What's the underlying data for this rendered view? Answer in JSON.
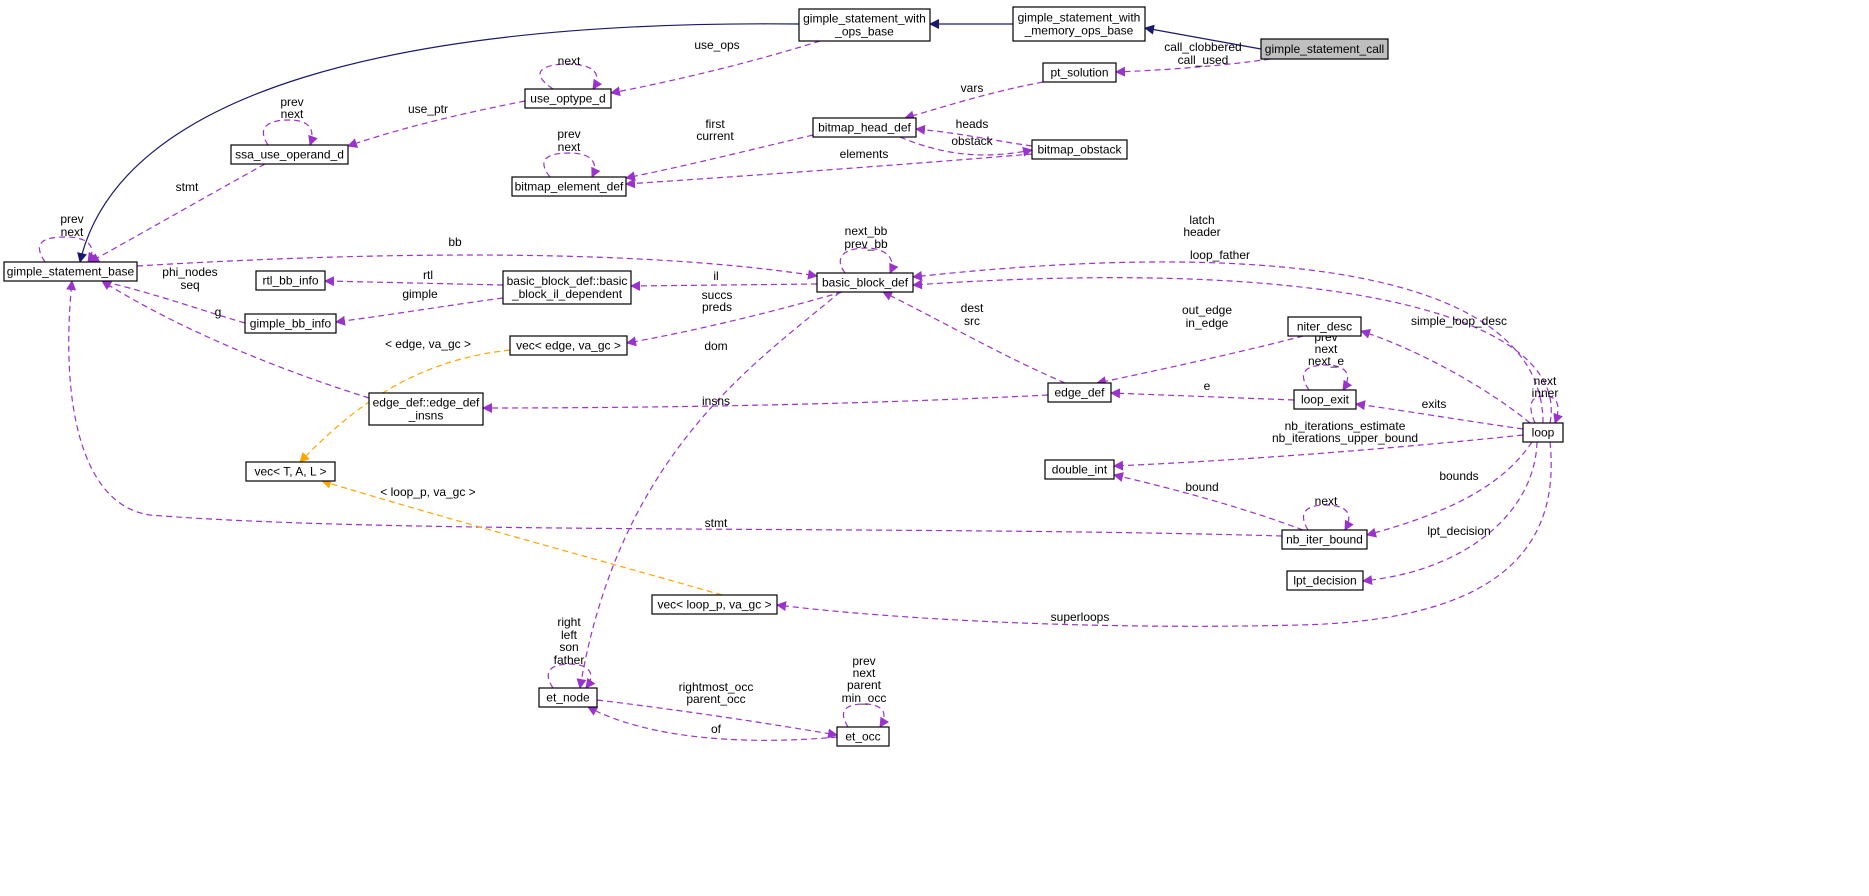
{
  "diagram": {
    "type": "collaboration-graph",
    "colors": {
      "inheritance": "#191970",
      "usage": "#9a32cd",
      "template": "#ffa500",
      "highlight_fill": "#bfbfbf"
    },
    "nodes": [
      {
        "id": "gimple_statement_call",
        "lines": [
          "gimple_statement_call"
        ],
        "highlight": true
      },
      {
        "id": "gimple_statement_with_memory_ops_base",
        "lines": [
          "gimple_statement_with",
          "_memory_ops_base"
        ]
      },
      {
        "id": "gimple_statement_with_ops_base",
        "lines": [
          "gimple_statement_with",
          "_ops_base"
        ]
      },
      {
        "id": "gimple_statement_base",
        "lines": [
          "gimple_statement_base"
        ]
      },
      {
        "id": "use_optype_d",
        "lines": [
          "use_optype_d"
        ]
      },
      {
        "id": "ssa_use_operand_d",
        "lines": [
          "ssa_use_operand_d"
        ]
      },
      {
        "id": "pt_solution",
        "lines": [
          "pt_solution"
        ]
      },
      {
        "id": "bitmap_head_def",
        "lines": [
          "bitmap_head_def"
        ]
      },
      {
        "id": "bitmap_obstack",
        "lines": [
          "bitmap_obstack"
        ]
      },
      {
        "id": "bitmap_element_def",
        "lines": [
          "bitmap_element_def"
        ]
      },
      {
        "id": "basic_block_def",
        "lines": [
          "basic_block_def"
        ]
      },
      {
        "id": "basic_block_il_dependent",
        "lines": [
          "basic_block_def::basic",
          "_block_il_dependent"
        ]
      },
      {
        "id": "rtl_bb_info",
        "lines": [
          "rtl_bb_info"
        ]
      },
      {
        "id": "gimple_bb_info",
        "lines": [
          "gimple_bb_info"
        ]
      },
      {
        "id": "vec_edge",
        "lines": [
          "vec< edge, va_gc >"
        ]
      },
      {
        "id": "edge_def_insns",
        "lines": [
          "edge_def::edge_def",
          "_insns"
        ]
      },
      {
        "id": "vec_T",
        "lines": [
          "vec< T, A, L >"
        ]
      },
      {
        "id": "edge_def",
        "lines": [
          "edge_def"
        ]
      },
      {
        "id": "niter_desc",
        "lines": [
          "niter_desc"
        ]
      },
      {
        "id": "loop_exit",
        "lines": [
          "loop_exit"
        ]
      },
      {
        "id": "loop",
        "lines": [
          "loop"
        ]
      },
      {
        "id": "double_int",
        "lines": [
          "double_int"
        ]
      },
      {
        "id": "nb_iter_bound",
        "lines": [
          "nb_iter_bound"
        ]
      },
      {
        "id": "lpt_decision",
        "lines": [
          "lpt_decision"
        ]
      },
      {
        "id": "vec_loop_p",
        "lines": [
          "vec< loop_p, va_gc >"
        ]
      },
      {
        "id": "et_node",
        "lines": [
          "et_node"
        ]
      },
      {
        "id": "et_occ",
        "lines": [
          "et_occ"
        ]
      }
    ],
    "edges": [
      {
        "id": "call_to_mem",
        "kind": "inheritance",
        "labels": []
      },
      {
        "id": "mem_to_ops",
        "kind": "inheritance",
        "labels": []
      },
      {
        "id": "ops_to_base",
        "kind": "inheritance",
        "labels": []
      },
      {
        "id": "call_to_pt",
        "kind": "usage",
        "labels": [
          "call_clobbered",
          "call_used"
        ]
      },
      {
        "id": "ops_to_useopt",
        "kind": "usage",
        "labels": [
          "use_ops"
        ]
      },
      {
        "id": "useopt_self",
        "kind": "usage",
        "labels": [
          "next"
        ]
      },
      {
        "id": "useopt_to_ssa",
        "kind": "usage",
        "labels": [
          "use_ptr"
        ]
      },
      {
        "id": "ssa_self",
        "kind": "usage",
        "labels": [
          "prev",
          "next"
        ]
      },
      {
        "id": "ssa_to_base",
        "kind": "usage",
        "labels": [
          "stmt"
        ]
      },
      {
        "id": "base_self",
        "kind": "usage",
        "labels": [
          "prev",
          "next"
        ]
      },
      {
        "id": "pt_to_bitmaphead",
        "kind": "usage",
        "labels": [
          "vars"
        ]
      },
      {
        "id": "obstack_to_head",
        "kind": "usage",
        "labels": [
          "heads"
        ]
      },
      {
        "id": "head_to_obstack",
        "kind": "usage",
        "labels": [
          "obstack"
        ]
      },
      {
        "id": "head_to_elem",
        "kind": "usage",
        "labels": [
          "first",
          "current"
        ]
      },
      {
        "id": "elem_self",
        "kind": "usage",
        "labels": [
          "prev",
          "next"
        ]
      },
      {
        "id": "obstack_to_elem",
        "kind": "usage",
        "labels": [
          "elements"
        ]
      },
      {
        "id": "base_to_bb",
        "kind": "usage",
        "labels": [
          "bb"
        ]
      },
      {
        "id": "bb_self",
        "kind": "usage",
        "labels": [
          "next_bb",
          "prev_bb"
        ]
      },
      {
        "id": "bb_to_il",
        "kind": "usage",
        "labels": [
          "il"
        ]
      },
      {
        "id": "il_to_rtl",
        "kind": "usage",
        "labels": [
          "rtl"
        ]
      },
      {
        "id": "il_to_gimplebb",
        "kind": "usage",
        "labels": [
          "gimple"
        ]
      },
      {
        "id": "gimplebb_to_base",
        "kind": "usage",
        "labels": [
          "phi_nodes",
          "seq"
        ]
      },
      {
        "id": "bb_to_vecedge",
        "kind": "usage",
        "labels": [
          "succs",
          "preds"
        ]
      },
      {
        "id": "insns_to_base",
        "kind": "usage",
        "labels": [
          "g"
        ]
      },
      {
        "id": "vecT_to_vecedge",
        "kind": "template",
        "labels": [
          "< edge, va_gc >"
        ]
      },
      {
        "id": "bb_to_etnode",
        "kind": "usage",
        "labels": [
          "dom"
        ]
      },
      {
        "id": "loop_to_bb_header",
        "kind": "usage",
        "labels": [
          "latch",
          "header"
        ]
      },
      {
        "id": "loop_to_bb_father",
        "kind": "usage",
        "labels": [
          "loop_father"
        ]
      },
      {
        "id": "edge_to_bb",
        "kind": "usage",
        "labels": [
          "dest",
          "src"
        ]
      },
      {
        "id": "niter_to_edge",
        "kind": "usage",
        "labels": [
          "out_edge",
          "in_edge"
        ]
      },
      {
        "id": "edge_to_insns",
        "kind": "usage",
        "labels": [
          "insns"
        ]
      },
      {
        "id": "loopexit_to_edge",
        "kind": "usage",
        "labels": [
          "e"
        ]
      },
      {
        "id": "loopexit_self",
        "kind": "usage",
        "labels": [
          "prev",
          "next",
          "next_e"
        ]
      },
      {
        "id": "loop_to_niter",
        "kind": "usage",
        "labels": [
          "simple_loop_desc"
        ]
      },
      {
        "id": "loop_self",
        "kind": "usage",
        "labels": [
          "next",
          "inner"
        ]
      },
      {
        "id": "loop_to_loopexit",
        "kind": "usage",
        "labels": [
          "exits"
        ]
      },
      {
        "id": "loop_to_double",
        "kind": "usage",
        "labels": [
          "nb_iterations_estimate",
          "nb_iterations_upper_bound"
        ]
      },
      {
        "id": "loop_to_nbiter",
        "kind": "usage",
        "labels": [
          "bounds"
        ]
      },
      {
        "id": "nbiter_to_double",
        "kind": "usage",
        "labels": [
          "bound"
        ]
      },
      {
        "id": "nbiter_self",
        "kind": "usage",
        "labels": [
          "next"
        ]
      },
      {
        "id": "nbiter_to_base",
        "kind": "usage",
        "labels": [
          "stmt"
        ]
      },
      {
        "id": "loop_to_lpt",
        "kind": "usage",
        "labels": [
          "lpt_decision"
        ]
      },
      {
        "id": "vecT_to_vecloop",
        "kind": "template",
        "labels": [
          "< loop_p, va_gc >"
        ]
      },
      {
        "id": "loop_to_vecloop",
        "kind": "usage",
        "labels": [
          "superloops"
        ]
      },
      {
        "id": "etnode_self",
        "kind": "usage",
        "labels": [
          "right",
          "left",
          "son",
          "father"
        ]
      },
      {
        "id": "etocc_to_etnode",
        "kind": "usage",
        "labels": [
          "of"
        ]
      },
      {
        "id": "etnode_to_etocc",
        "kind": "usage",
        "labels": [
          "rightmost_occ",
          "parent_occ"
        ]
      },
      {
        "id": "etocc_self",
        "kind": "usage",
        "labels": [
          "prev",
          "next",
          "parent",
          "min_occ"
        ]
      }
    ]
  }
}
